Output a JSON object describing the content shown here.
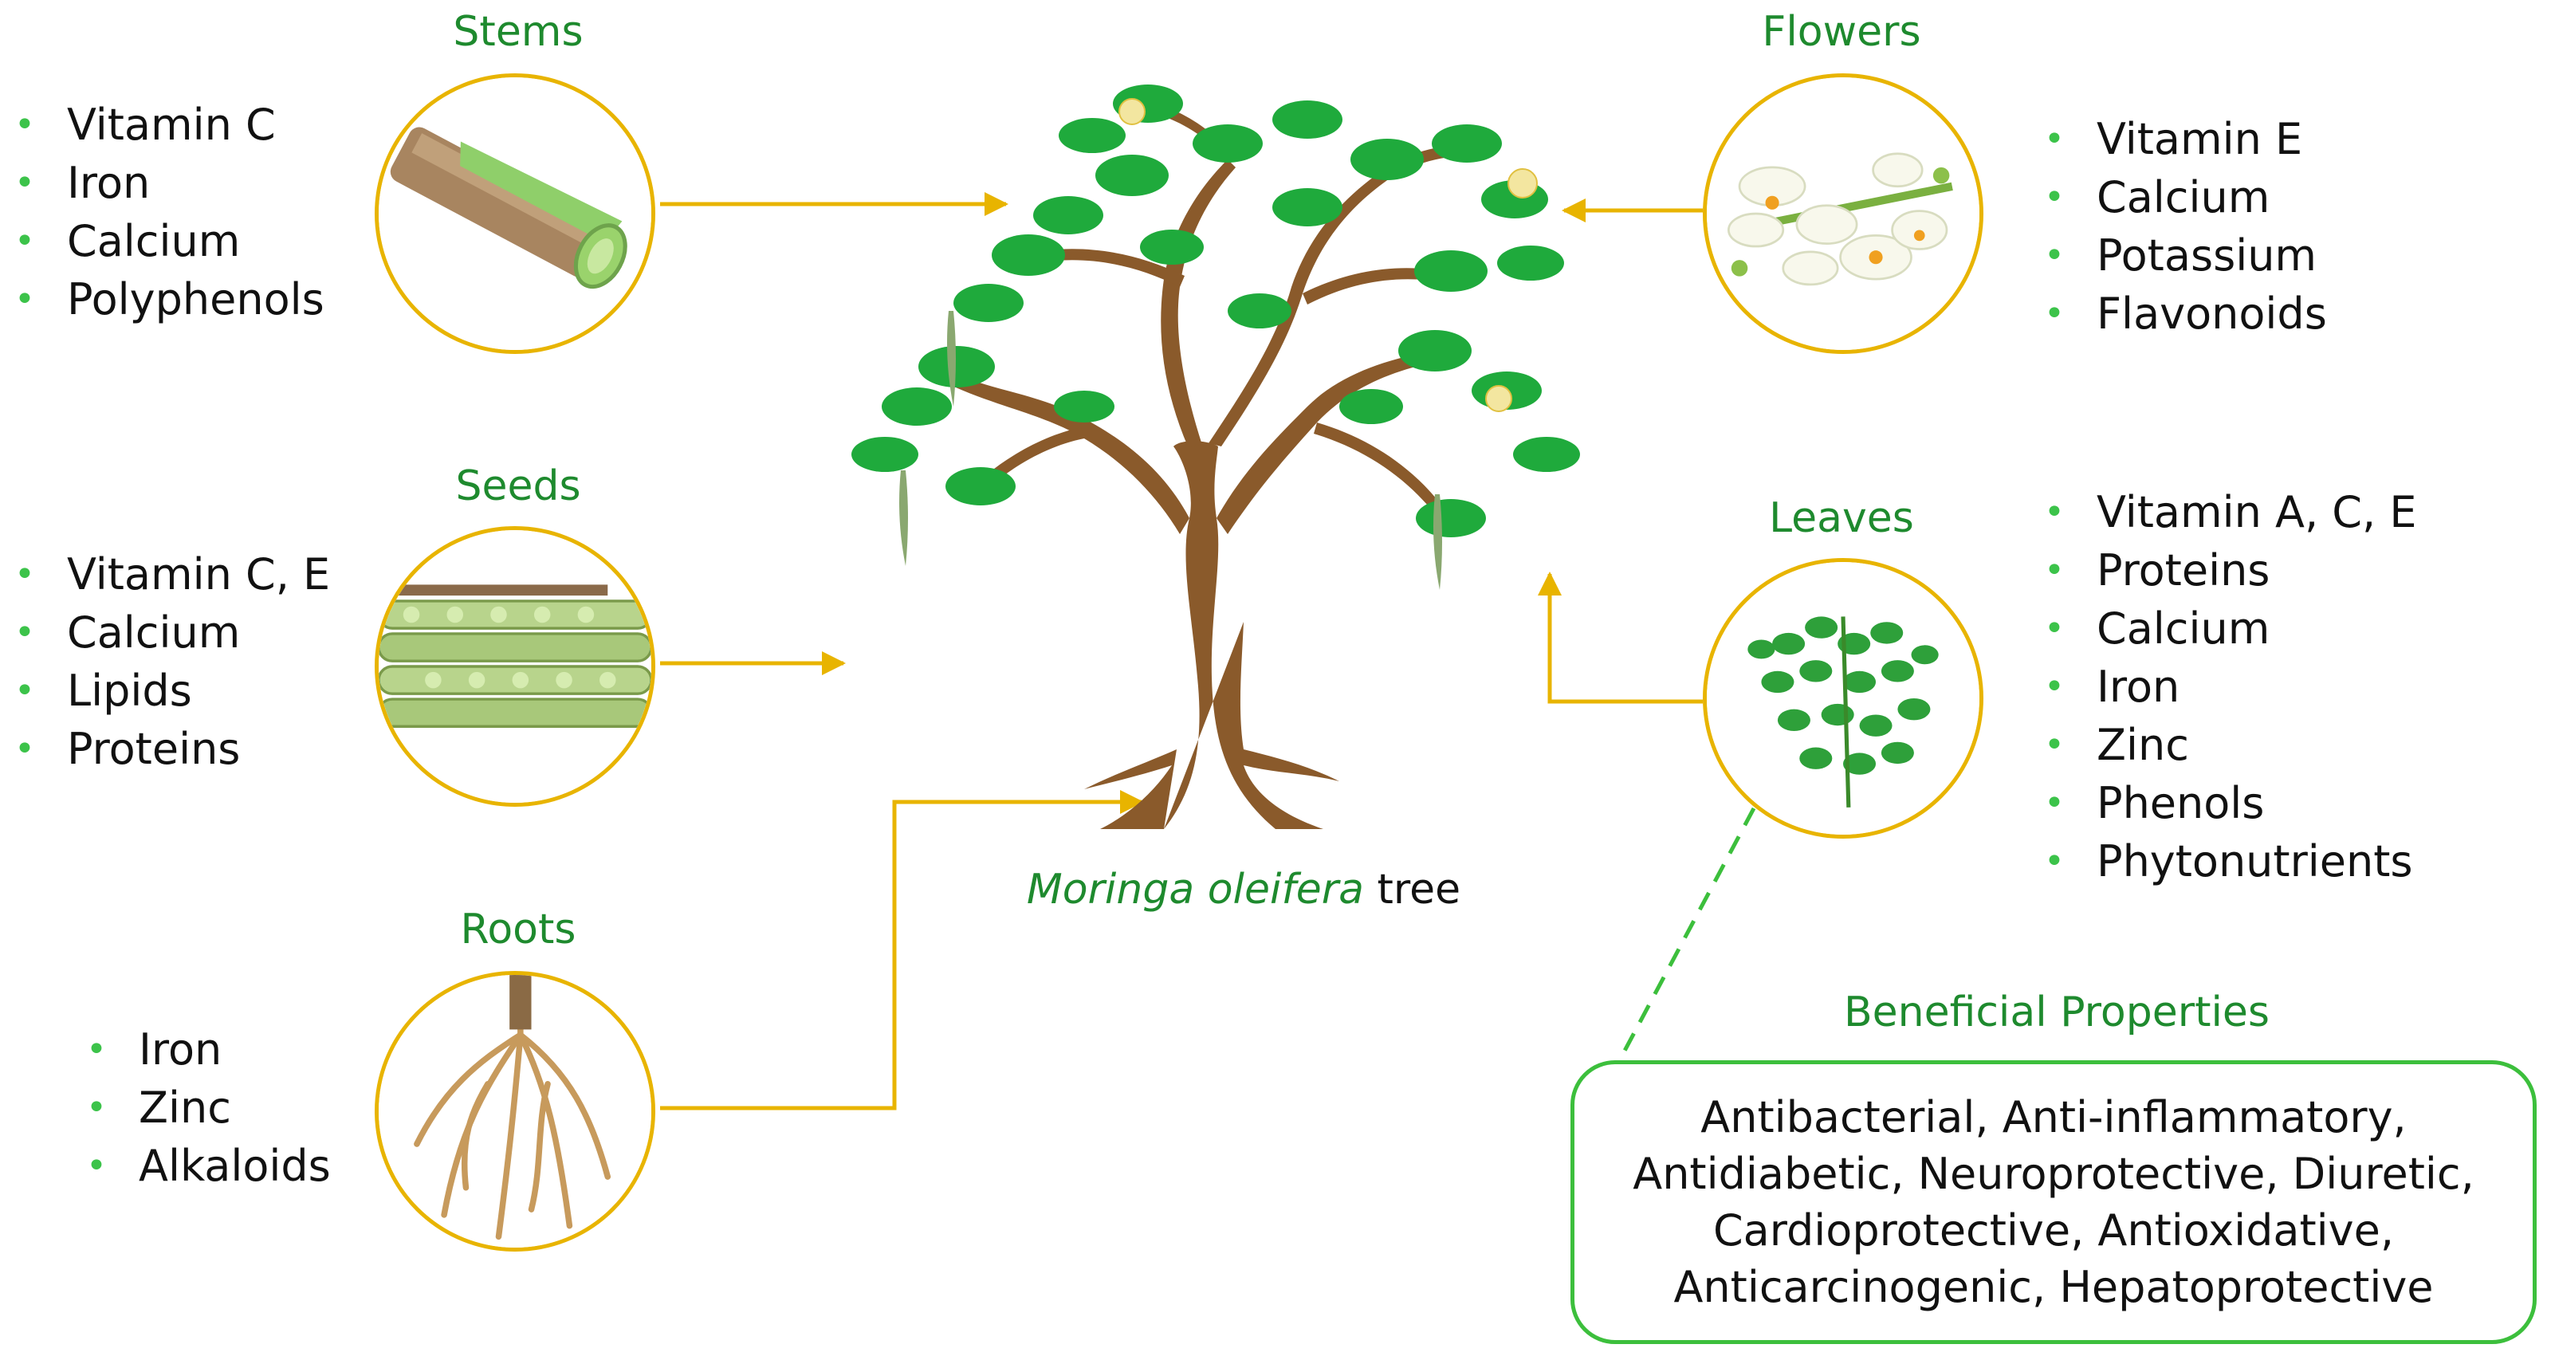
{
  "colors": {
    "title_green": "#1e8a2e",
    "bullet_green": "#3cc34a",
    "arrow_gold": "#e8b400",
    "box_green": "#3cbf3c",
    "trunk_brown": "#8a5a2b",
    "leaf_green": "#1faa3c"
  },
  "parts": {
    "stems": {
      "title": "Stems",
      "items": [
        "Vitamin C",
        "Iron",
        "Calcium",
        "Polyphenols"
      ],
      "icon": "stem-photo"
    },
    "seeds": {
      "title": "Seeds",
      "items": [
        "Vitamin C, E",
        "Calcium",
        "Lipids",
        "Proteins"
      ],
      "icon": "seed-pods-photo"
    },
    "roots": {
      "title": "Roots",
      "items": [
        "Iron",
        "Zinc",
        "Alkaloids"
      ],
      "icon": "roots-photo"
    },
    "flowers": {
      "title": "Flowers",
      "items": [
        "Vitamin E",
        "Calcium",
        "Potassium",
        "Flavonoids"
      ],
      "icon": "flowers-photo"
    },
    "leaves": {
      "title": "Leaves",
      "items": [
        "Vitamin A, C, E",
        "Proteins",
        "Calcium",
        "Iron",
        "Zinc",
        "Phenols",
        "Phytonutrients"
      ],
      "icon": "leaves-photo"
    }
  },
  "tree": {
    "caption_italic": "Moringa oleifera",
    "caption_rest": " tree",
    "icon": "moringa-tree-illustration"
  },
  "properties": {
    "title": "Beneficial Properties",
    "lines": [
      "Antibacterial, Anti-inflammatory,",
      "Antidiabetic, Neuroprotective, Diuretic,",
      "Cardioprotective, Antioxidative,",
      "Anticarcinogenic, Hepatoprotective"
    ]
  }
}
